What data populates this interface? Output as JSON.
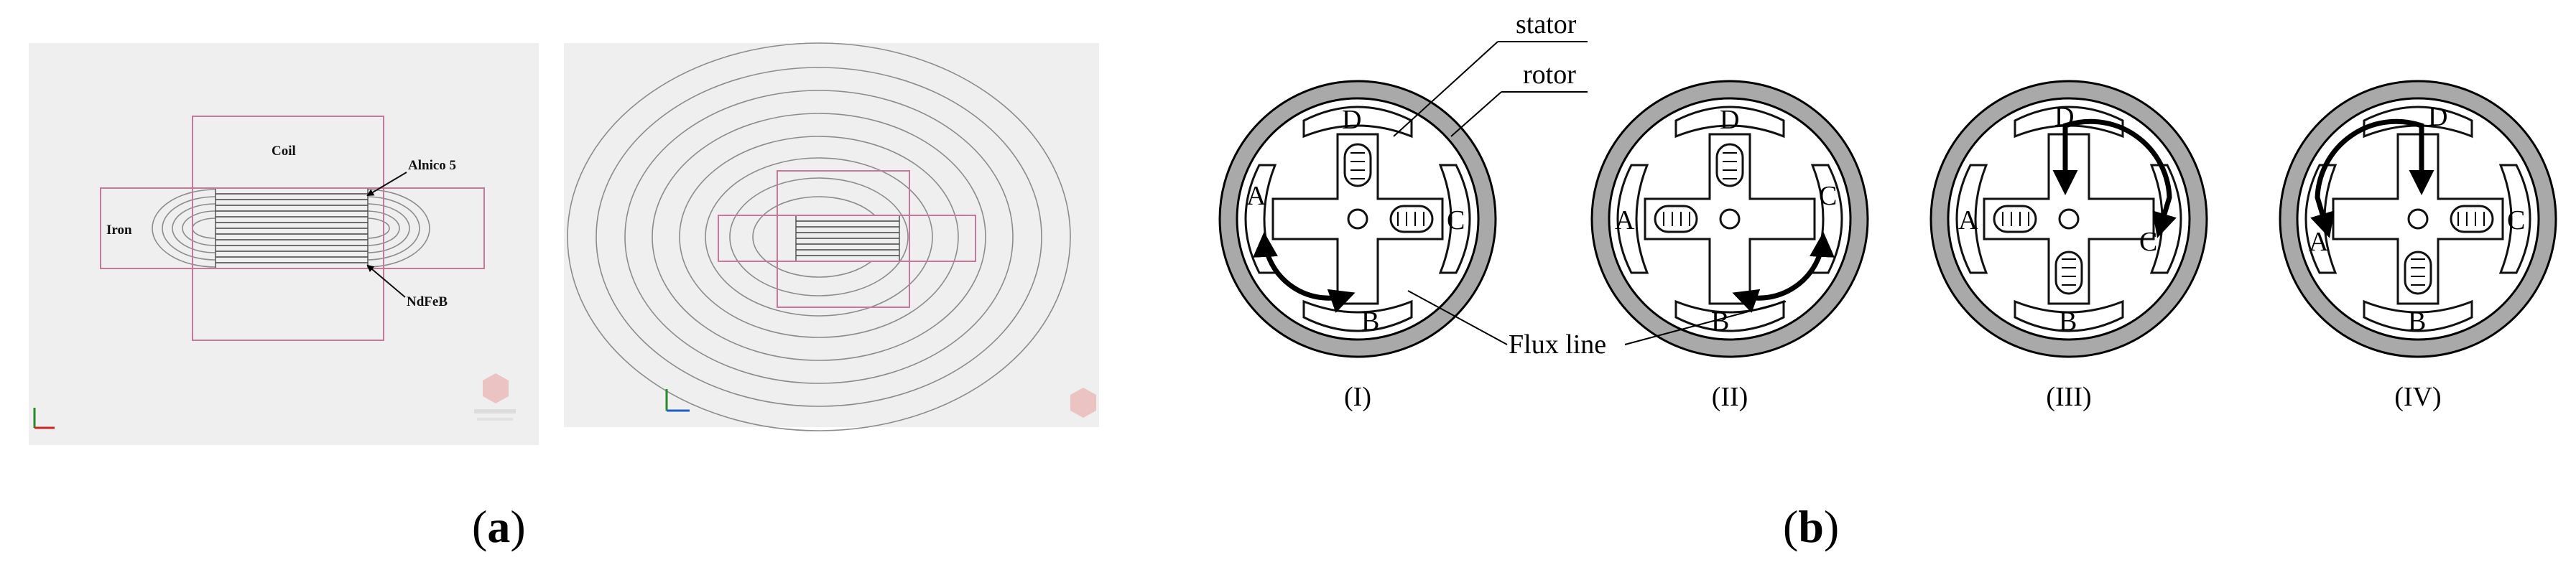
{
  "panel_a": {
    "label_open": "(",
    "letter": "a",
    "label_close": ")",
    "sim_labels": {
      "coil": "Coil",
      "alnico": "Alnico 5",
      "iron": "Iron",
      "ndfeb": "NdFeB"
    }
  },
  "panel_b": {
    "label_open": "(",
    "letter": "b",
    "label_close": ")",
    "annotations": {
      "stator": "stator",
      "rotor": "rotor",
      "flux": "Flux line"
    },
    "captions": [
      "(I)",
      "(II)",
      "(III)",
      "(IV)"
    ],
    "pole_letters": {
      "a": "A",
      "b": "B",
      "c": "C",
      "d": "D"
    }
  }
}
